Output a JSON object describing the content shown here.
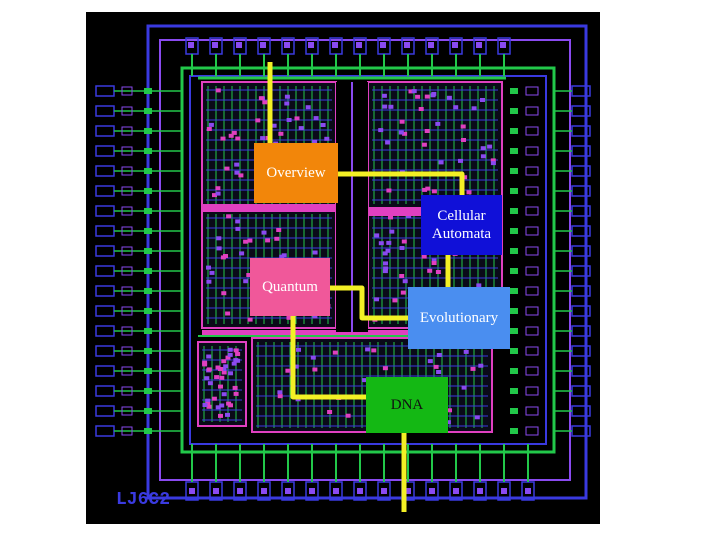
{
  "die_label": "LJ6C2",
  "colors": {
    "panel": "#000000",
    "metal_blue": "#3a3ae0",
    "metal_purple": "#8a4af0",
    "poly_green": "#22c84a",
    "diffusion_magenta": "#e040c0",
    "connector": "#f3f025"
  },
  "nodes": [
    {
      "id": "overview",
      "label": "Overview",
      "bg": "#f2860a",
      "fg": "#ffffff"
    },
    {
      "id": "cellular",
      "label": "Cellular\nAutomata",
      "bg": "#1010d8",
      "fg": "#ffffff"
    },
    {
      "id": "quantum",
      "label": "Quantum",
      "bg": "#f0589a",
      "fg": "#ffffff"
    },
    {
      "id": "evolutionary",
      "label": "Evolutionary",
      "bg": "#4a8ef0",
      "fg": "#ffffff"
    },
    {
      "id": "dna",
      "label": "DNA",
      "bg": "#14b814",
      "fg": "#111111"
    }
  ]
}
